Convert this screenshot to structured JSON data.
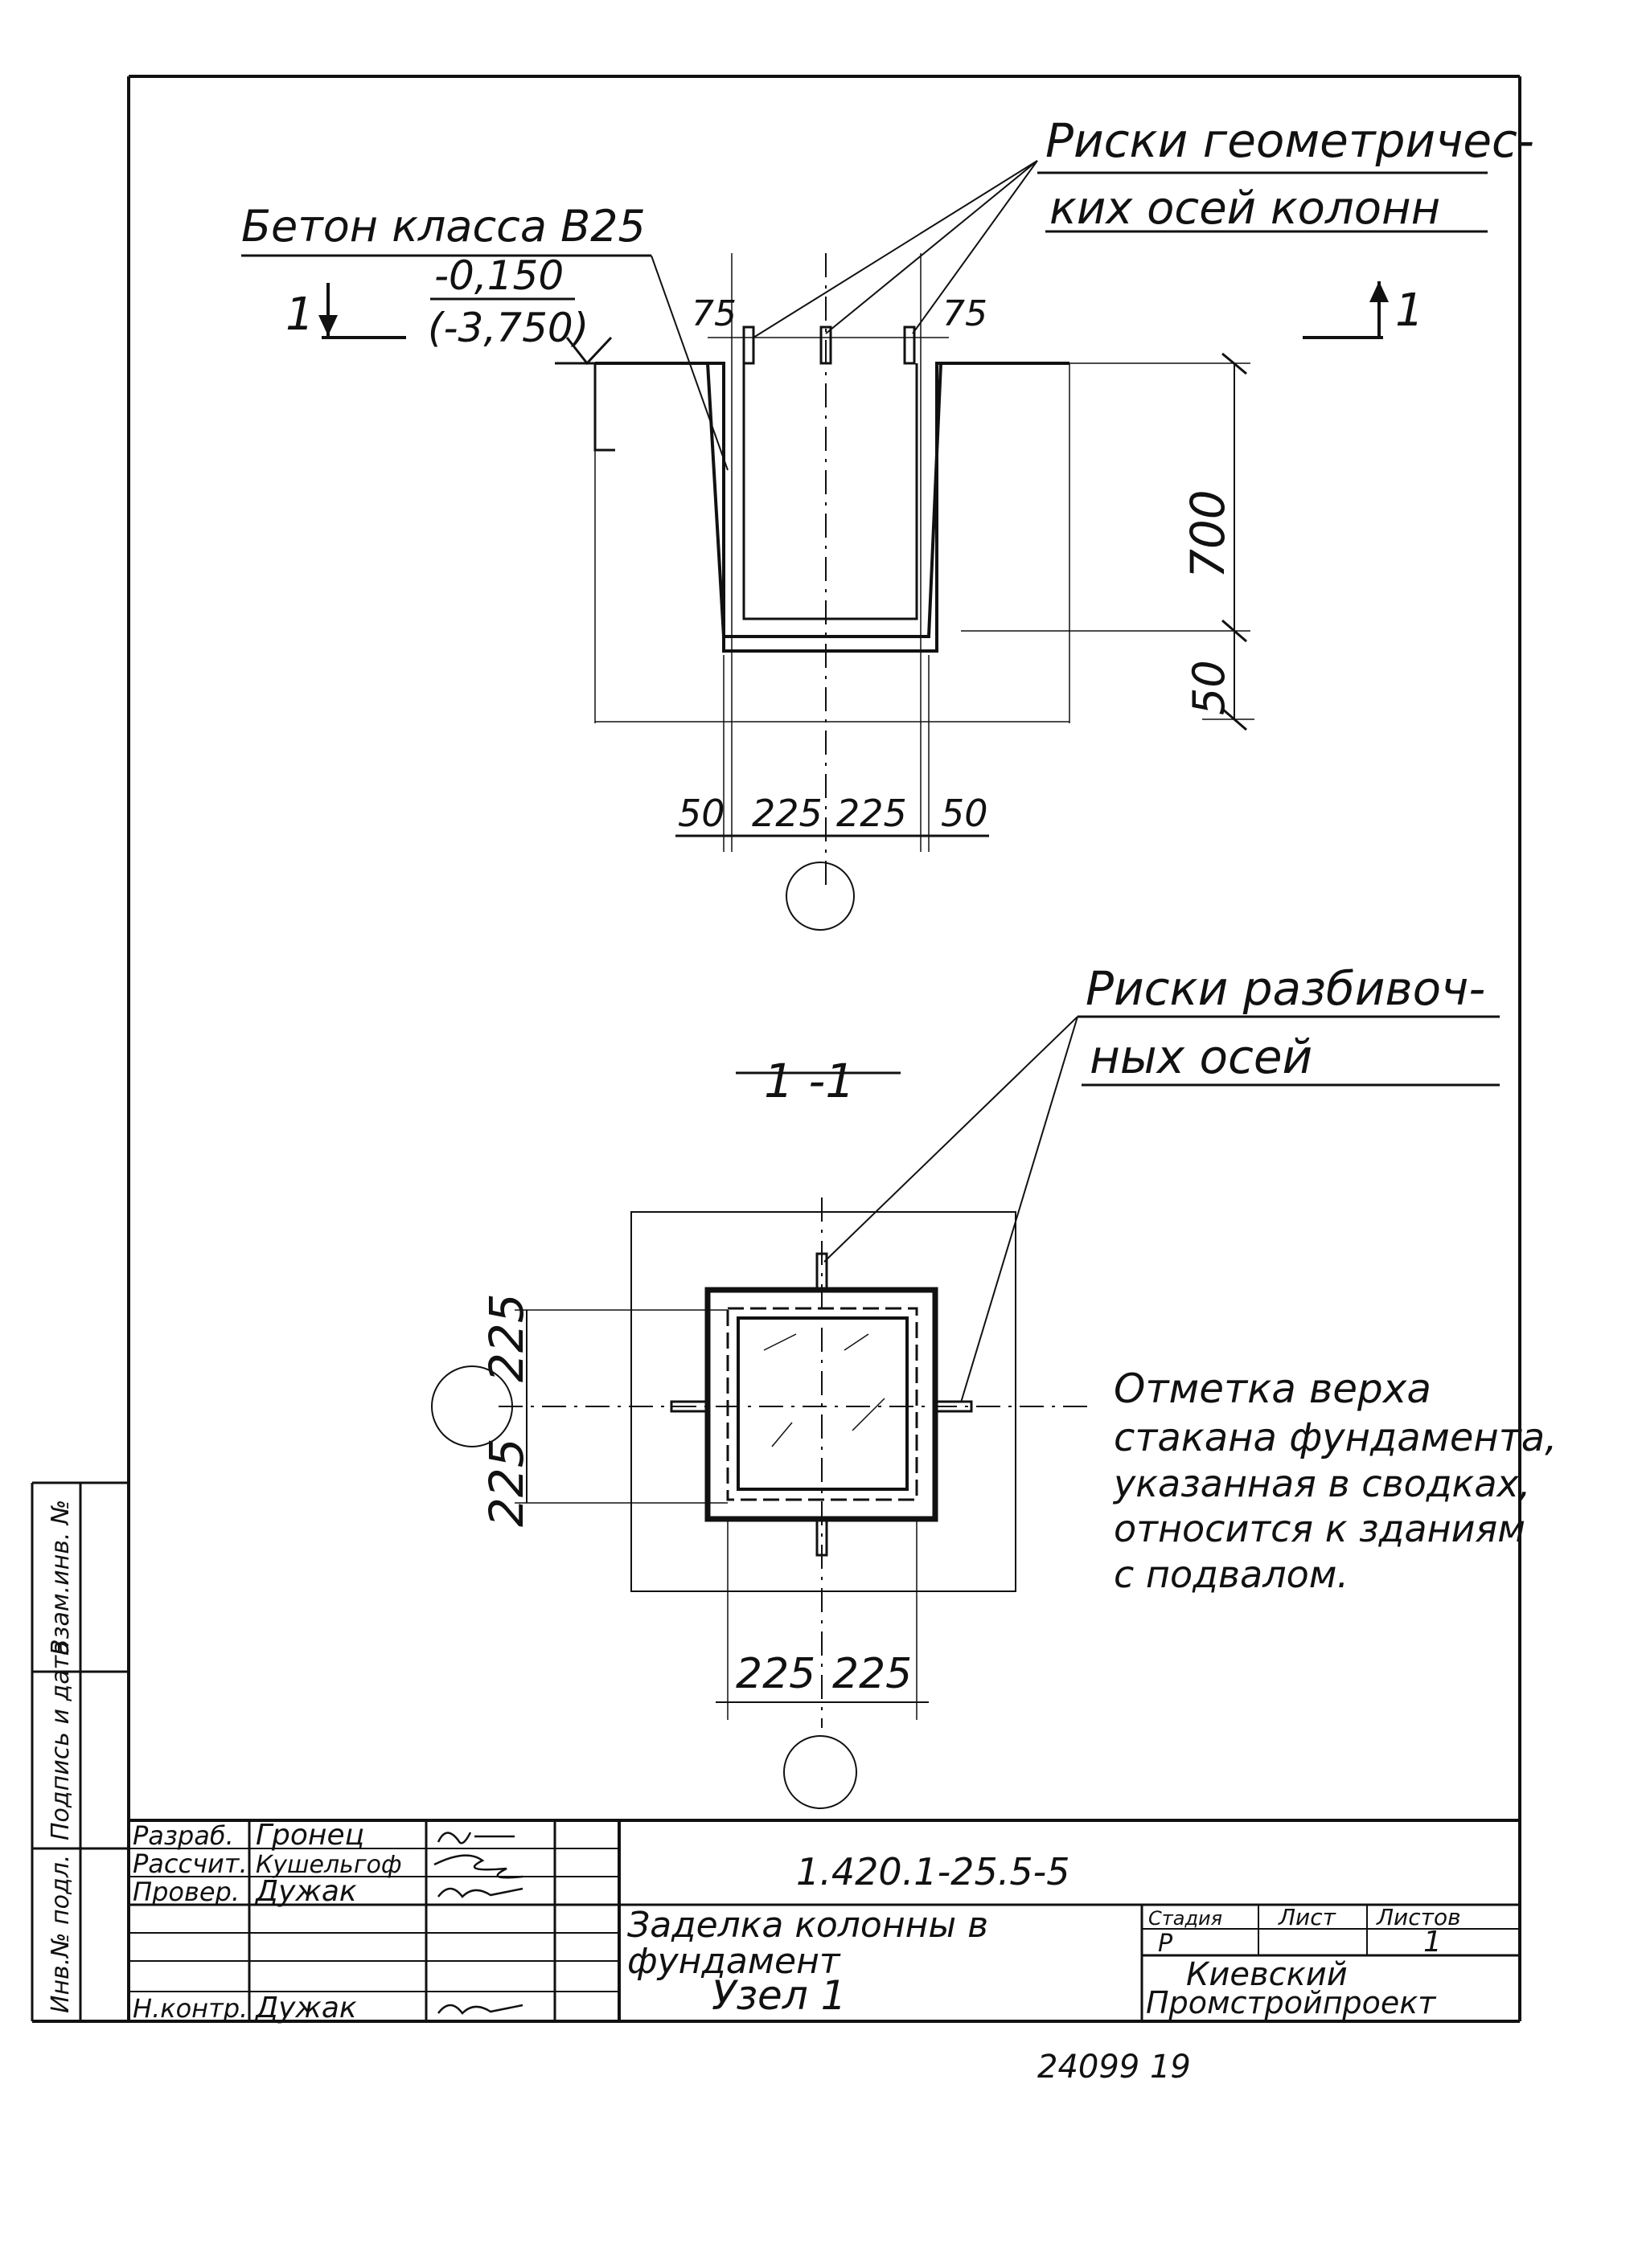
{
  "upper_view": {
    "label_concrete": "Бетон класса В25",
    "level_top": "-0,150",
    "level_alt": "(-3,750)",
    "section_mark": "1",
    "label_column_axes_line1": "Риски геометричес-",
    "label_column_axes_line2": "ких осей колонн",
    "dim_75_left": "75",
    "dim_75_right": "75",
    "dim_700": "700",
    "dim_50_vert": "50",
    "dim_bottom": [
      "50",
      "225",
      "225",
      "50"
    ]
  },
  "section_view": {
    "title": "1 -1",
    "label_layout_axes_line1": "Риски разбивоч-",
    "label_layout_axes_line2": "ных осей",
    "dim_left_top": "225",
    "dim_left_bottom": "225",
    "dim_bottom": [
      "225",
      "225"
    ],
    "note": [
      "Отметка верха",
      "стакана фундамента,",
      "указанная в сводках,",
      "относится к зданиям",
      "с подвалом."
    ]
  },
  "side_stamp": {
    "cells": [
      "Взам.инв. №",
      "Подпись и дата",
      "Инв.№ подл."
    ]
  },
  "title_block": {
    "roles": [
      {
        "role": "Разраб.",
        "name": "Гронец"
      },
      {
        "role": "Рассчит.",
        "name": "Кушельгоф"
      },
      {
        "role": "Провер.",
        "name": "Дужак"
      },
      {
        "role": "",
        "name": ""
      },
      {
        "role": "",
        "name": ""
      },
      {
        "role": "",
        "name": ""
      },
      {
        "role": "Н.контр.",
        "name": "Дужак"
      }
    ],
    "doc_code": "1.420.1-25.5-5",
    "title_line1": "Заделка колонны в",
    "title_line2": "фундамент",
    "title_line3": "Узел 1",
    "stage_header": "Стадия",
    "sheet_header": "Лист",
    "sheets_header": "Листов",
    "stage_value": "Р",
    "sheet_value": "",
    "sheets_value": "1",
    "org_line1": "Киевский",
    "org_line2": "Промстройпроект"
  },
  "footer": {
    "number": "24099  19"
  }
}
